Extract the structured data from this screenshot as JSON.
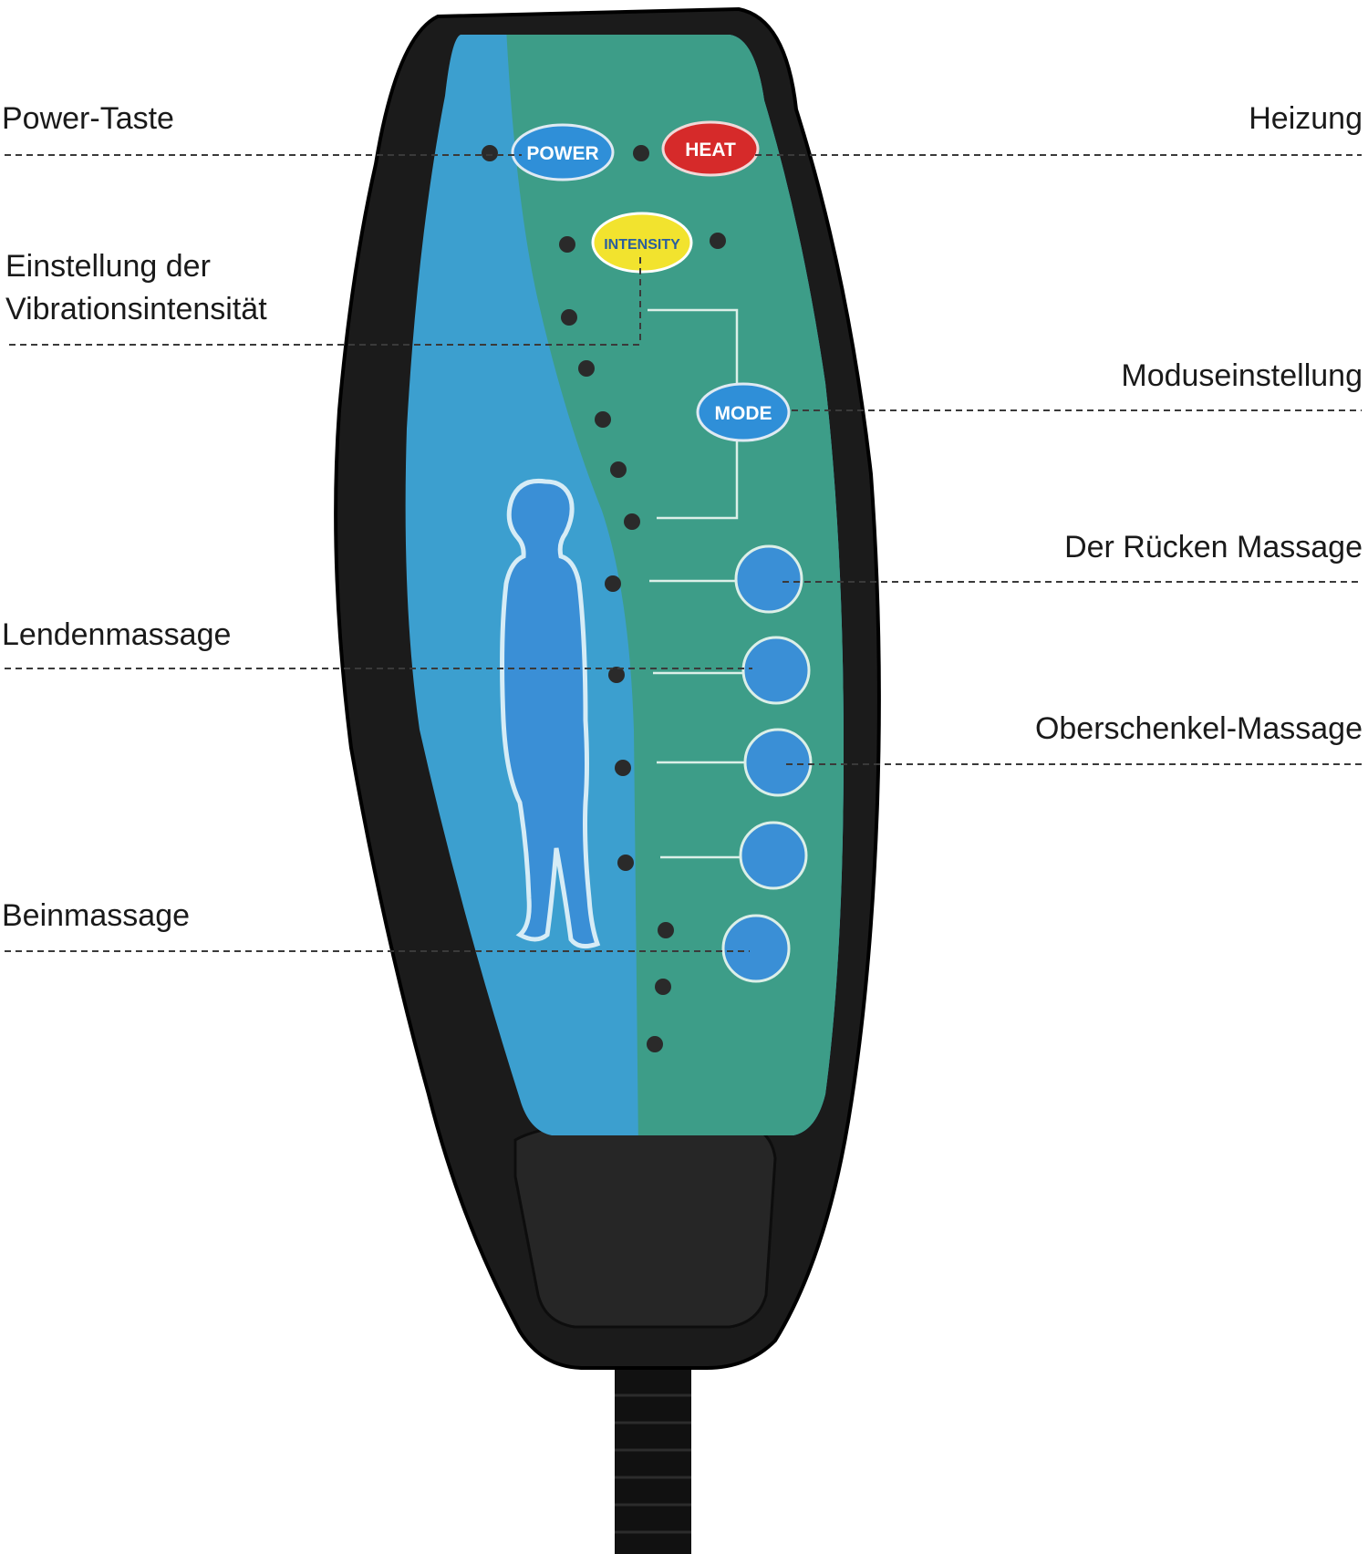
{
  "labels": {
    "power_taste": "Power-Taste",
    "heizung": "Heizung",
    "einstellung_line1": "Einstellung der",
    "einstellung_line2": "Vibrationsintensität",
    "moduseinstellung": "Moduseinstellung",
    "ruecken": "Der Rücken Massage",
    "lenden": "Lendenmassage",
    "oberschenkel": "Oberschenkel-Massage",
    "bein": "Beinmassage"
  },
  "buttons": {
    "power": "POWER",
    "heat": "HEAT",
    "intensity": "INTENSITY",
    "mode": "MODE"
  },
  "colors": {
    "body": "#1b1b1b",
    "panel_blue": "#3c9fcf",
    "panel_green": "#3d9d88",
    "power_button": "#2f8fd8",
    "heat_button": "#d62a2a",
    "intensity_button": "#f2e32e",
    "zone_button": "#3a8fd6",
    "indicator": "#2a2a2a"
  },
  "icons": [
    "human-silhouette-icon",
    "power-led",
    "heat-led",
    "intensity-led",
    "mode-led",
    "zone-led"
  ]
}
